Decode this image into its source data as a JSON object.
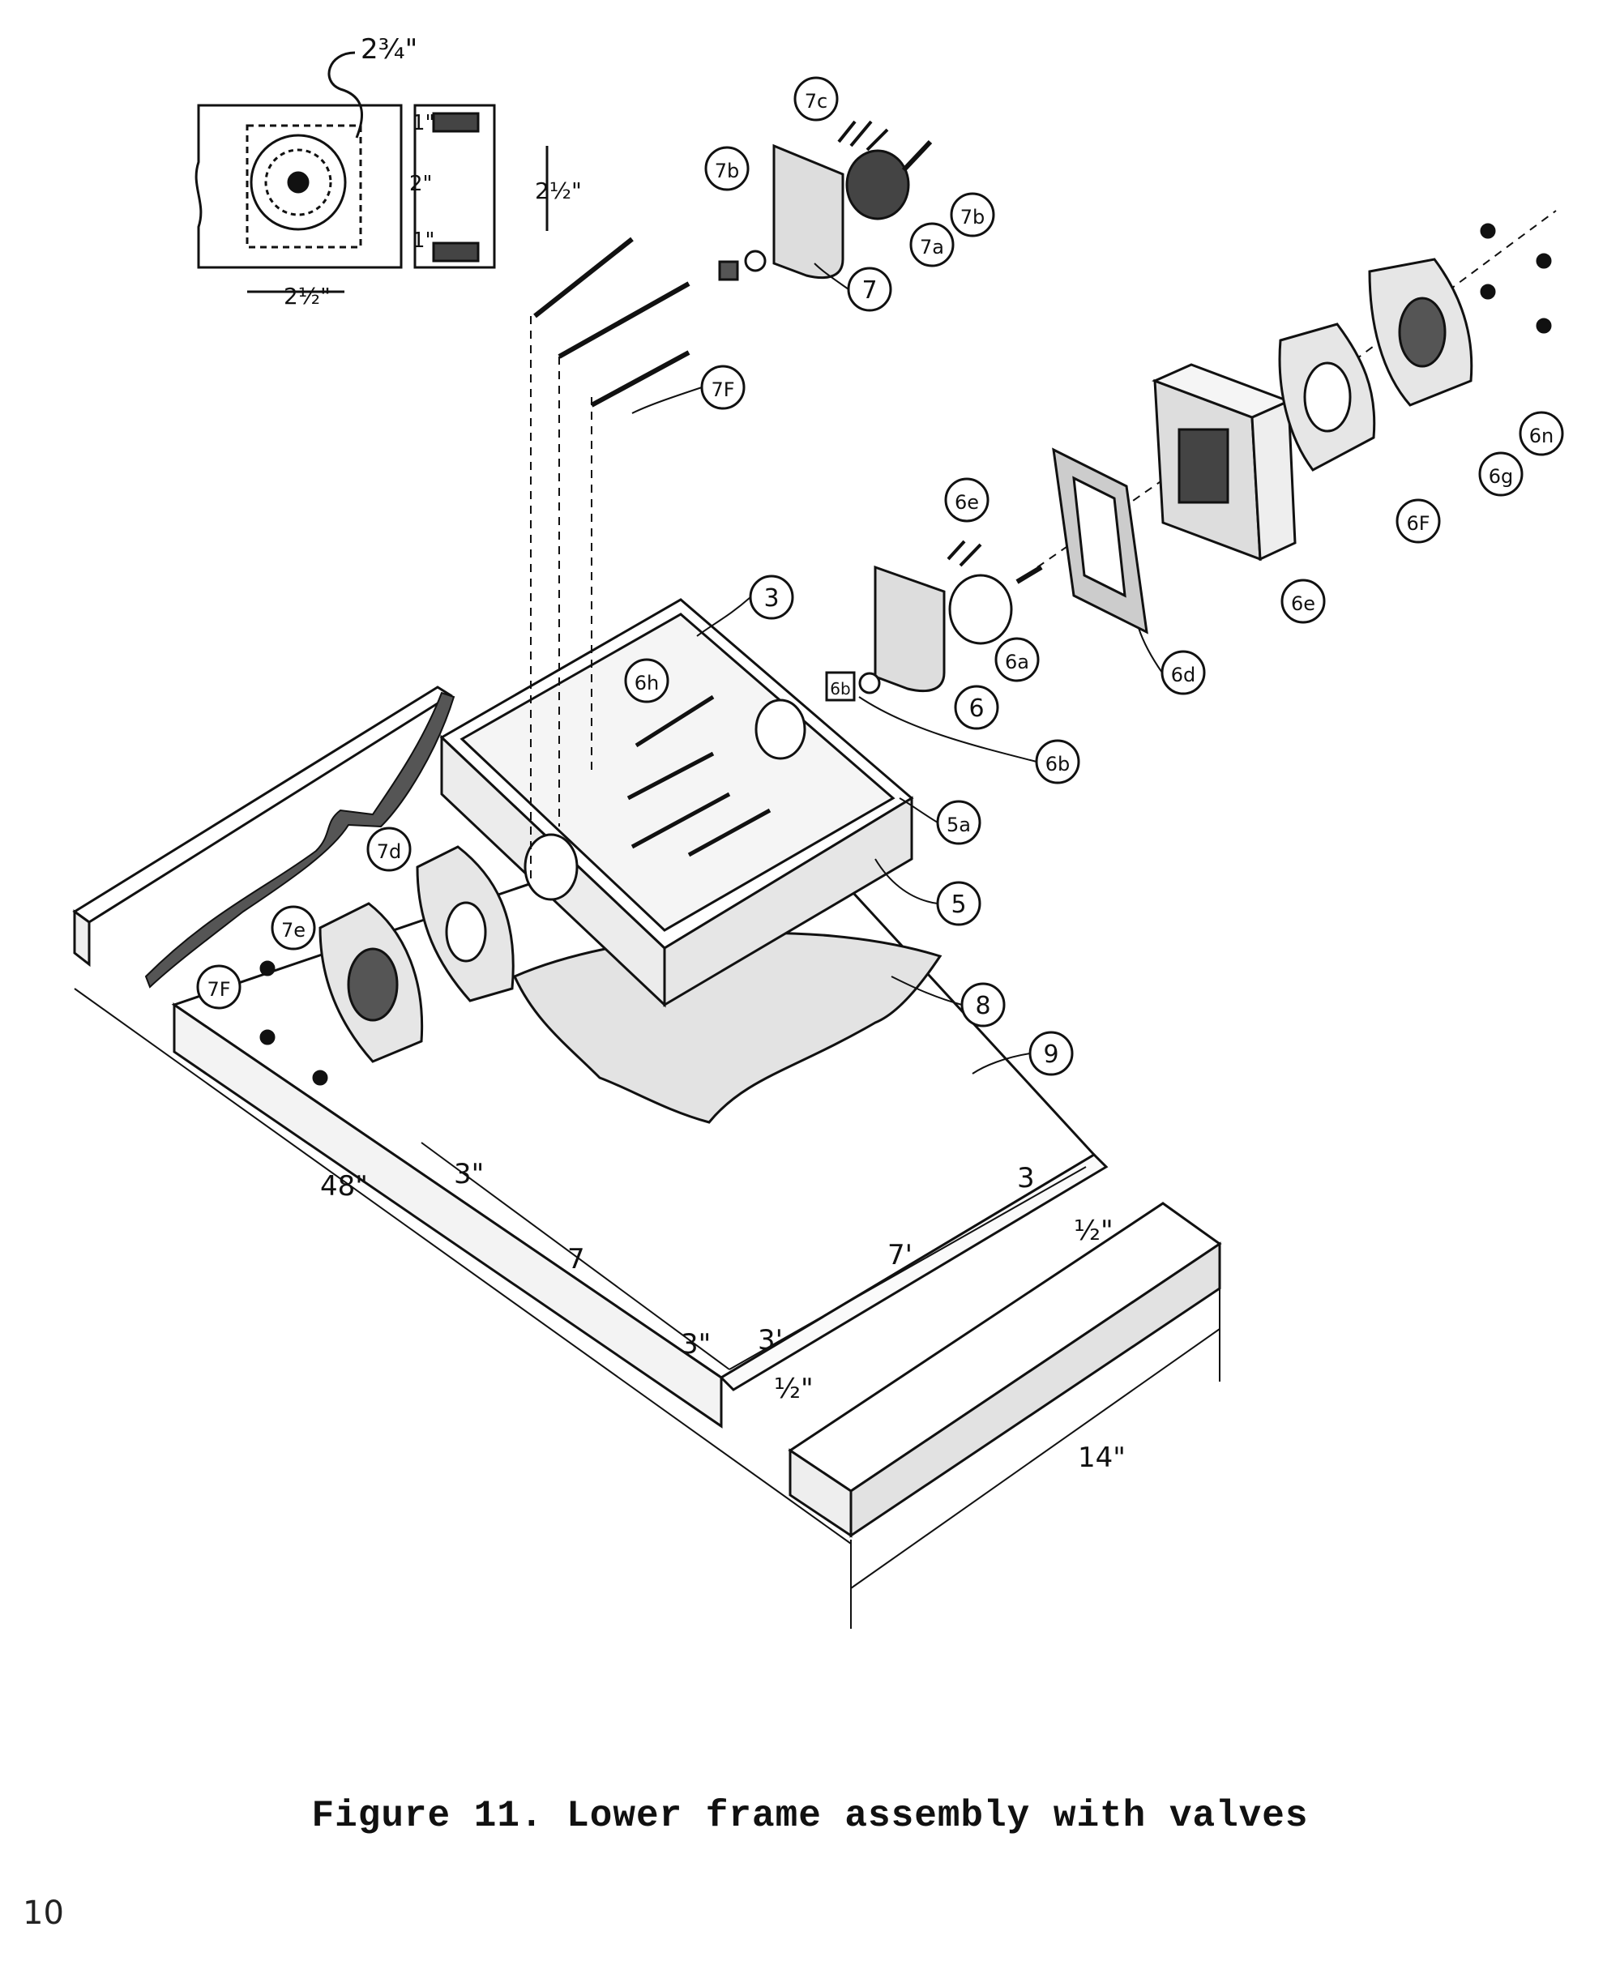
{
  "figure": {
    "caption": "Figure 11. Lower frame assembly with valves",
    "page_number": "10"
  },
  "callouts": {
    "c3": "3",
    "c5": "5",
    "c5a": "5a",
    "c6": "6",
    "c6a": "6a",
    "c6b_front": "6b",
    "c6b": "6b",
    "c6d": "6d",
    "c6e_screws": "6e",
    "c6e": "6e",
    "c6f": "6F",
    "c6g": "6g",
    "c6h": "6h",
    "c6n": "6n",
    "c7": "7",
    "c7a": "7a",
    "c7b_left": "7b",
    "c7b_right": "7b",
    "c7c": "7c",
    "c7d": "7d",
    "c7e": "7e",
    "c7f_bolts": "7F",
    "c7f_board": "7F",
    "c8": "8",
    "c9": "9"
  },
  "detail_dims": {
    "overall": "2¾\"",
    "top": "1\"",
    "middle": "2\"",
    "bottom": "1\"",
    "height": "2½\"",
    "width": "2½\""
  },
  "board_dims": {
    "length": "48\"",
    "width": "14\"",
    "gap_front": "½\"",
    "gap_right": "½\"",
    "s1": "3\"",
    "s2": "7",
    "s3": "3\"",
    "s4": "3'",
    "s5": "7'",
    "s6": "3"
  }
}
